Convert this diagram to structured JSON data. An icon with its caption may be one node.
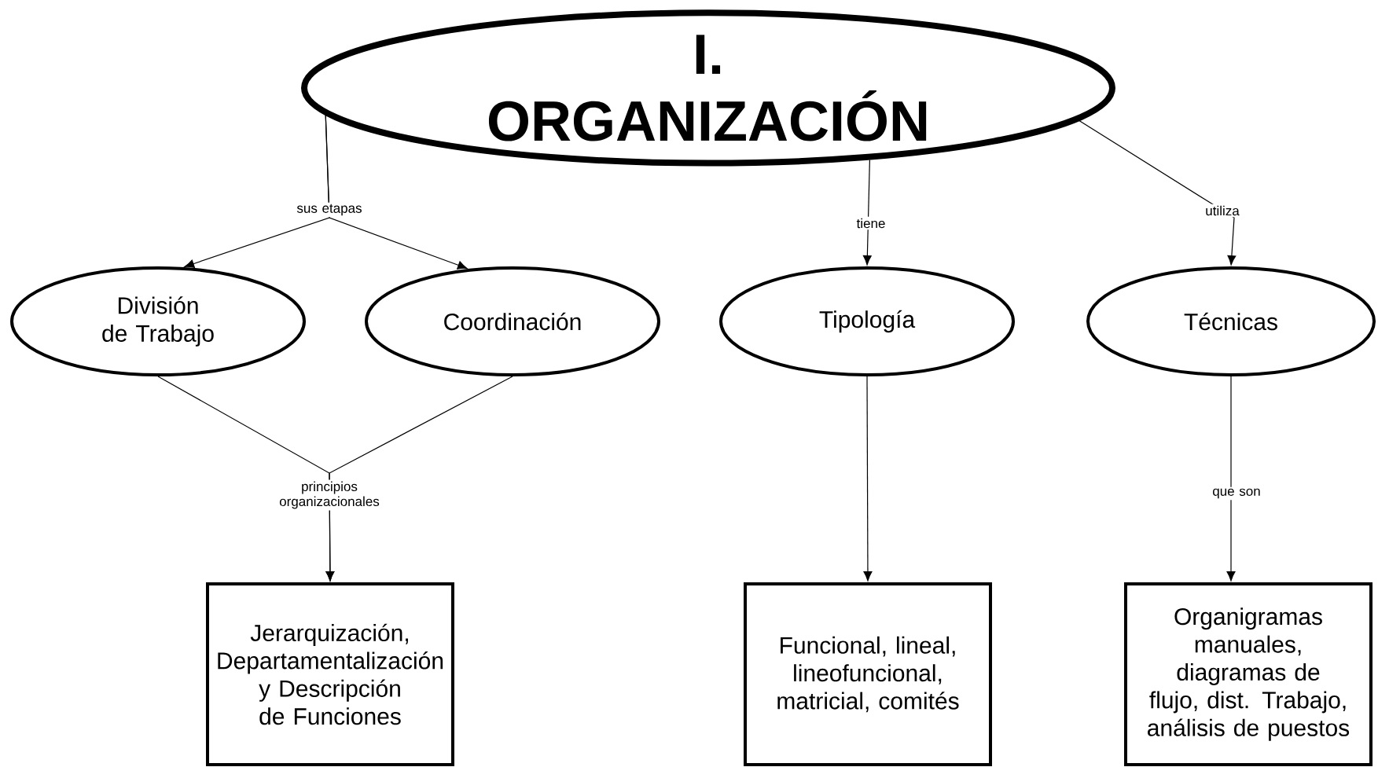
{
  "diagram": {
    "nodes": [
      {
        "text": [
          "I. ORGANIZACIÓN"
        ]
      },
      {
        "text": [
          "División de Trabajo"
        ]
      },
      {
        "text": [
          "Coordinación"
        ]
      },
      {
        "text": [
          "Tipología"
        ]
      },
      {
        "text": [
          "Técnicas"
        ]
      },
      {
        "text": [
          "Jerarquización, Departamentalización y Descripción de Funciones"
        ]
      },
      {
        "text": [
          "Funcional, lineal, lineofuncional, matricial, comités"
        ]
      },
      {
        "text": [
          "Organigramas manuales, diagramas de flujo, dist. Trabajo, análisis de puestos"
        ]
      }
    ],
    "edges": [
      {
        "from": 0,
        "to": 1,
        "arrow": "to",
        "label": "sus etapas"
      },
      {
        "from": 0,
        "to": 2,
        "arrow": "to"
      },
      {
        "from": 0,
        "to": 3,
        "arrow": "to",
        "label": "tiene"
      },
      {
        "from": 0,
        "to": 4,
        "arrow": "to",
        "label": "utiliza"
      },
      {
        "from": 1,
        "to": 5,
        "arrow": "to",
        "label": "principios organizacionales"
      },
      {
        "from": 2,
        "to": 5,
        "arrow": "to"
      },
      {
        "from": 3,
        "to": 6,
        "arrow": "to"
      },
      {
        "from": 4,
        "to": 7,
        "arrow": "to",
        "label": "que son"
      }
    ]
  }
}
